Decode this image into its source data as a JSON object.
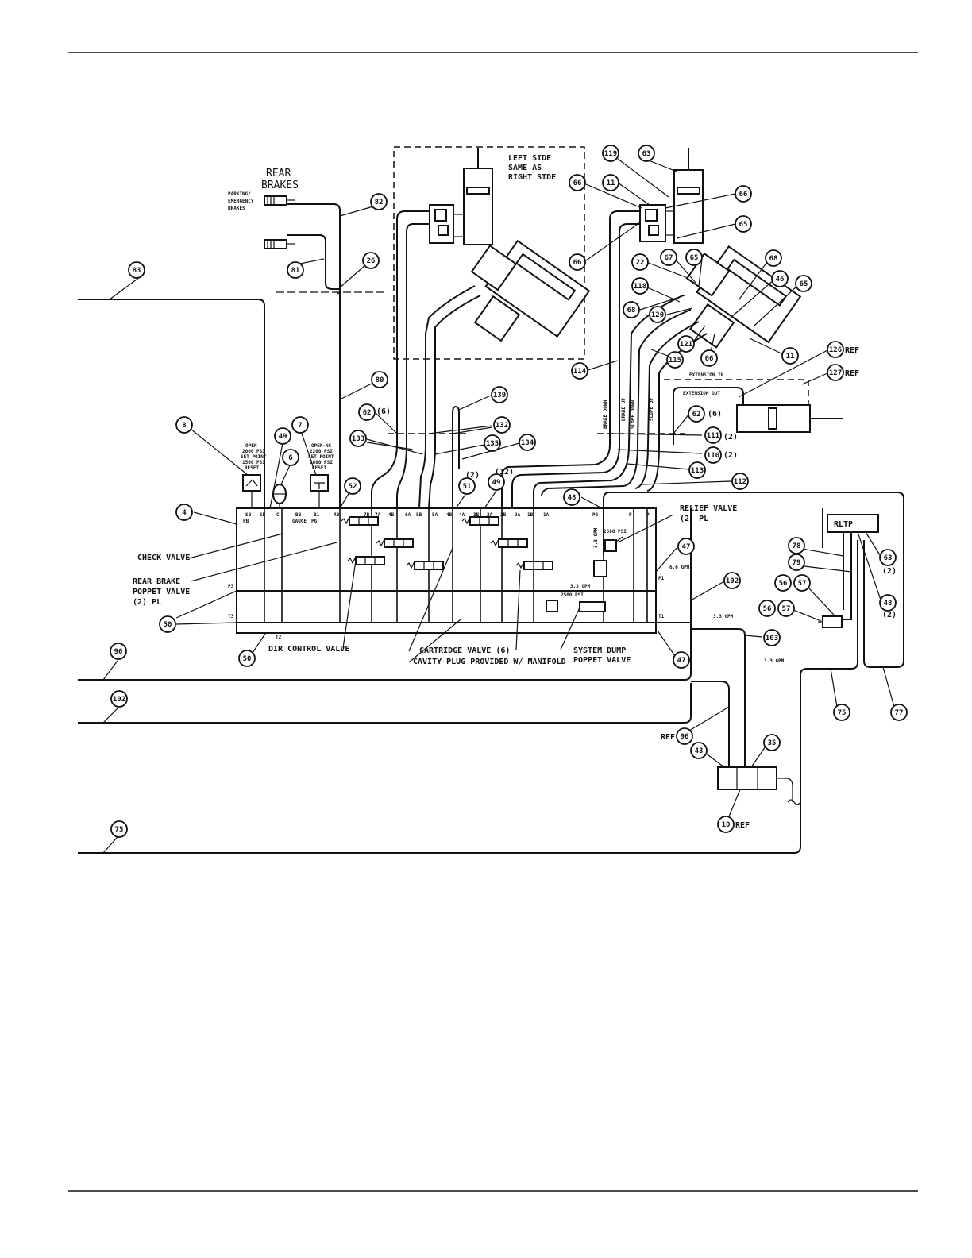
{
  "title": {
    "line1": "REAR",
    "line2": "BRAKES"
  },
  "labels": {
    "parking": "PARKING/",
    "emergency": "EMERGENCY",
    "brakes": "BRAKES",
    "left_side_1": "LEFT SIDE",
    "left_side_2": "SAME AS",
    "left_side_3": "RIGHT SIDE",
    "extension_in": "EXTENSION IN",
    "extension_out": "EXTENSION OUT",
    "check_valve": "CHECK VALVE",
    "rear_brake_1": "REAR BRAKE",
    "rear_brake_2": "POPPET VALVE",
    "rear_brake_3": "(2) PL",
    "dir_control": "DIR CONTROL VALVE",
    "cartridge": "CARTRIDGE VALVE (6)",
    "cavity": "CAVITY PLUG PROVIDED W/ MANIFOLD",
    "system_dump_1": "SYSTEM DUMP",
    "system_dump_2": "POPPET VALVE",
    "relief_1": "RELIEF VALVE",
    "relief_2": "(2) PL",
    "psi_2500": "2500 PSI",
    "psi_2500b": "2500 PSI",
    "gpm_66": "6.6 GPM",
    "gpm_33a": "3.3 GPM",
    "gpm_33b": "3.3 GPM",
    "gpm_33c": "3.3 GPM",
    "gpm_33d": "3.3 GPM",
    "rltp": "RLTP",
    "ref": "REF",
    "brake_down": "BRAKE DOWN",
    "brake_up": "BRAKE UP",
    "slope_down": "SLOPE DOWN",
    "slope_up": "SLOPE UP",
    "qty_6a": "(6)",
    "qty_6b": "(6)",
    "qty_2a": "(2)",
    "qty_2b": "(2)",
    "qty_2c": "(2)",
    "qty_12": "(12)",
    "qty_2d": "(2)",
    "qty_2e": "(2)",
    "sw_left_1": "OPEN",
    "sw_left_2": "2000 PSI",
    "sw_left_3": "SET POINT",
    "sw_left_4": "1500 PSI",
    "sw_left_5": "RESET",
    "sw_right_1": "OPEN-NC",
    "sw_right_2": "2200 PSI",
    "sw_right_3": "SET POINT",
    "sw_right_4": "1800 PSI",
    "sw_right_5": "RESET",
    "ports": [
      "SB",
      "SB",
      "C",
      "BB",
      "B1",
      "RB",
      "7B",
      "7A",
      "4B",
      "6A",
      "5B",
      "5A",
      "4B",
      "4A",
      "3B",
      "3A",
      "2B",
      "2A",
      "1B",
      "1A",
      "P2",
      "P",
      "P"
    ],
    "pb": "PB",
    "gauge": "GAUGE",
    "pg": "PG",
    "p3": "P3",
    "t3": "T3",
    "t2": "T2",
    "p1": "P1",
    "t1": "T1"
  },
  "callouts": {
    "c83": "83",
    "c82": "82",
    "c81": "81",
    "c26": "26",
    "c80": "80",
    "c8": "8",
    "c7": "7",
    "c49a": "49",
    "c6": "6",
    "c52": "52",
    "c4": "4",
    "c62a": "62",
    "c133": "133",
    "c132": "132",
    "c135": "135",
    "c134": "134",
    "c139": "139",
    "c51": "51",
    "c49b": "49",
    "c48a": "48",
    "c119": "119",
    "c63a": "63",
    "c66a": "66",
    "c11a": "11",
    "c66b": "66",
    "c65a": "65",
    "c66c": "66",
    "c22": "22",
    "c67": "67",
    "c65b": "65",
    "c68a": "68",
    "c118": "118",
    "c68b": "68",
    "c46": "46",
    "c65c": "65",
    "c120": "120",
    "c121": "121",
    "c66d": "66",
    "c11b": "11",
    "c115": "115",
    "c114": "114",
    "c126": "126",
    "c127": "127",
    "c62b": "62",
    "c111": "111",
    "c110": "110",
    "c113": "113",
    "c112": "112",
    "c47a": "47",
    "c102a": "102",
    "c103": "103",
    "c47b": "47",
    "c50a": "50",
    "c50b": "50",
    "c96a": "96",
    "c102b": "102",
    "c96b": "96",
    "c43": "43",
    "c35": "35",
    "c10": "10",
    "c75a": "75",
    "c75b": "75",
    "c77": "77",
    "c78": "78",
    "c79": "79",
    "c56a": "56",
    "c57a": "57",
    "c56b": "56",
    "c57b": "57",
    "c63b": "63",
    "c48b": "48"
  }
}
